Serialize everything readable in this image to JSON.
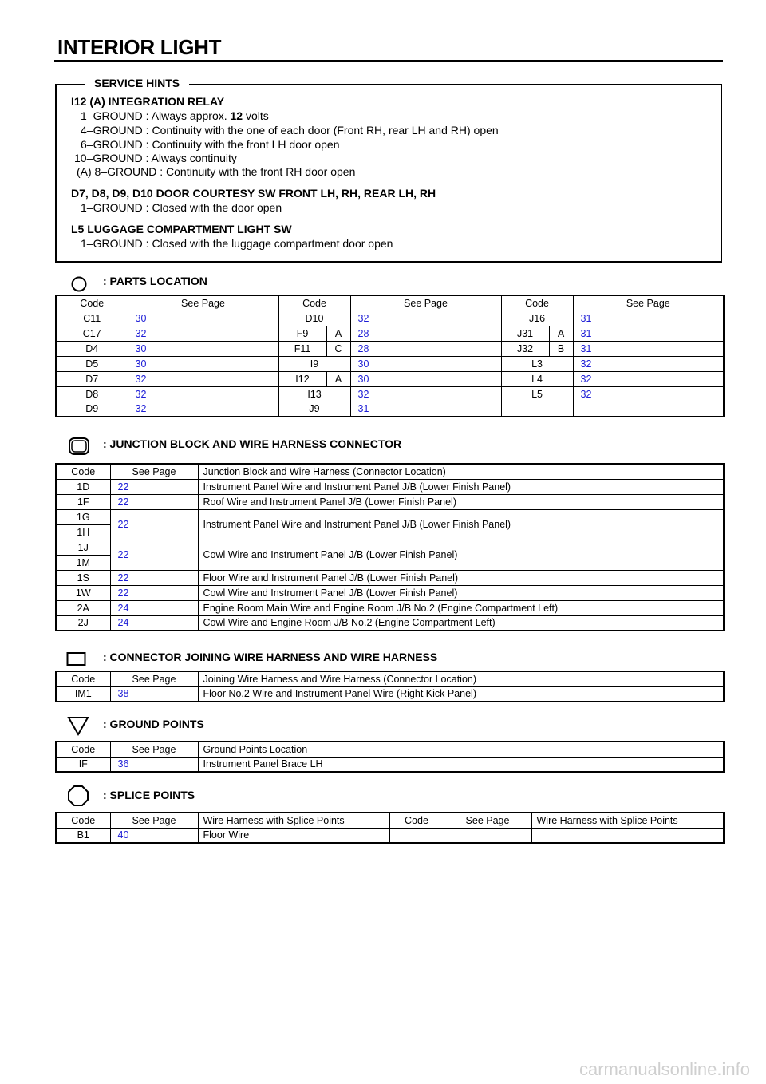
{
  "title": "INTERIOR LIGHT",
  "service_hints": {
    "label": "SERVICE HINTS",
    "groups": [
      {
        "heading": "I12 (A)  INTEGRATION RELAY",
        "lines": [
          {
            "pre": "1–GROUND : Always approx. ",
            "bold": "12",
            "post": " volts"
          },
          {
            "text": "4–GROUND : Continuity with the one of each door (Front RH, rear LH and RH) open"
          },
          {
            "text": "6–GROUND : Continuity with the front LH door open"
          },
          {
            "text": "10–GROUND : Always continuity"
          },
          {
            "text": "(A) 8–GROUND : Continuity with the front RH door open"
          }
        ]
      },
      {
        "heading": "D7, D8, D9, D10  DOOR COURTESY SW FRONT LH, RH, REAR LH, RH",
        "lines": [
          {
            "text": "1–GROUND : Closed with the door open"
          }
        ]
      },
      {
        "heading": "L5  LUGGAGE COMPARTMENT LIGHT SW",
        "lines": [
          {
            "text": "1–GROUND : Closed with the luggage compartment door open"
          }
        ]
      }
    ]
  },
  "parts_location": {
    "title": ": PARTS LOCATION",
    "headers": [
      "Code",
      "See Page",
      "Code",
      "See Page",
      "Code",
      "See Page"
    ],
    "rows": [
      [
        [
          "C11",
          ""
        ],
        "30",
        [
          "D10",
          ""
        ],
        "32",
        [
          "J16",
          ""
        ],
        "31"
      ],
      [
        [
          "C17",
          ""
        ],
        "32",
        [
          "F9",
          "A"
        ],
        "28",
        [
          "J31",
          "A"
        ],
        "31"
      ],
      [
        [
          "D4",
          ""
        ],
        "30",
        [
          "F11",
          "C"
        ],
        "28",
        [
          "J32",
          "B"
        ],
        "31"
      ],
      [
        [
          "D5",
          ""
        ],
        "30",
        [
          "I9",
          ""
        ],
        "30",
        [
          "L3",
          ""
        ],
        "32"
      ],
      [
        [
          "D7",
          ""
        ],
        "32",
        [
          "I12",
          "A"
        ],
        "30",
        [
          "L4",
          ""
        ],
        "32"
      ],
      [
        [
          "D8",
          ""
        ],
        "32",
        [
          "I13",
          ""
        ],
        "32",
        [
          "L5",
          ""
        ],
        "32"
      ],
      [
        [
          "D9",
          ""
        ],
        "32",
        [
          "J9",
          ""
        ],
        "31",
        [
          "",
          ""
        ],
        ""
      ]
    ]
  },
  "junction_block": {
    "title": ": JUNCTION BLOCK AND WIRE HARNESS CONNECTOR",
    "headers": [
      "Code",
      "See Page",
      "Junction Block and Wire Harness (Connector Location)"
    ],
    "rows": [
      {
        "codes": [
          "1D"
        ],
        "page": "22",
        "desc": "Instrument Panel Wire and Instrument Panel J/B (Lower Finish Panel)"
      },
      {
        "codes": [
          "1F"
        ],
        "page": "22",
        "desc": "Roof Wire and Instrument Panel J/B (Lower Finish Panel)"
      },
      {
        "codes": [
          "1G",
          "1H"
        ],
        "page": "22",
        "desc": "Instrument Panel Wire and Instrument Panel J/B (Lower Finish Panel)"
      },
      {
        "codes": [
          "1J",
          "1M"
        ],
        "page": "22",
        "desc": "Cowl Wire and Instrument Panel J/B (Lower Finish Panel)"
      },
      {
        "codes": [
          "1S"
        ],
        "page": "22",
        "desc": "Floor Wire and Instrument Panel J/B (Lower Finish Panel)"
      },
      {
        "codes": [
          "1W"
        ],
        "page": "22",
        "desc": "Cowl Wire and Instrument Panel J/B (Lower Finish Panel)"
      },
      {
        "codes": [
          "2A"
        ],
        "page": "24",
        "desc": "Engine Room Main Wire and Engine Room J/B No.2 (Engine Compartment Left)"
      },
      {
        "codes": [
          "2J"
        ],
        "page": "24",
        "desc": "Cowl Wire and Engine Room J/B No.2 (Engine Compartment Left)"
      }
    ]
  },
  "connector_joining": {
    "title": ": CONNECTOR JOINING WIRE HARNESS AND WIRE HARNESS",
    "headers": [
      "Code",
      "See Page",
      "Joining Wire Harness and Wire Harness (Connector Location)"
    ],
    "rows": [
      {
        "code": "IM1",
        "page": "38",
        "desc": "Floor No.2 Wire and Instrument Panel Wire (Right Kick Panel)"
      }
    ]
  },
  "ground_points": {
    "title": ": GROUND POINTS",
    "headers": [
      "Code",
      "See Page",
      "Ground Points Location"
    ],
    "rows": [
      {
        "code": "IF",
        "page": "36",
        "desc": "Instrument Panel Brace LH"
      }
    ]
  },
  "splice_points": {
    "title": ": SPLICE POINTS",
    "headers": [
      "Code",
      "See Page",
      "Wire Harness with Splice Points",
      "Code",
      "See Page",
      "Wire Harness with Splice Points"
    ],
    "rows": [
      {
        "code": "B1",
        "page": "40",
        "desc": "Floor Wire",
        "code2": "",
        "page2": "",
        "desc2": ""
      }
    ]
  },
  "watermark": "carmanualsonline.info",
  "colors": {
    "page_ref": "#1c1cd6",
    "text": "#000000"
  }
}
